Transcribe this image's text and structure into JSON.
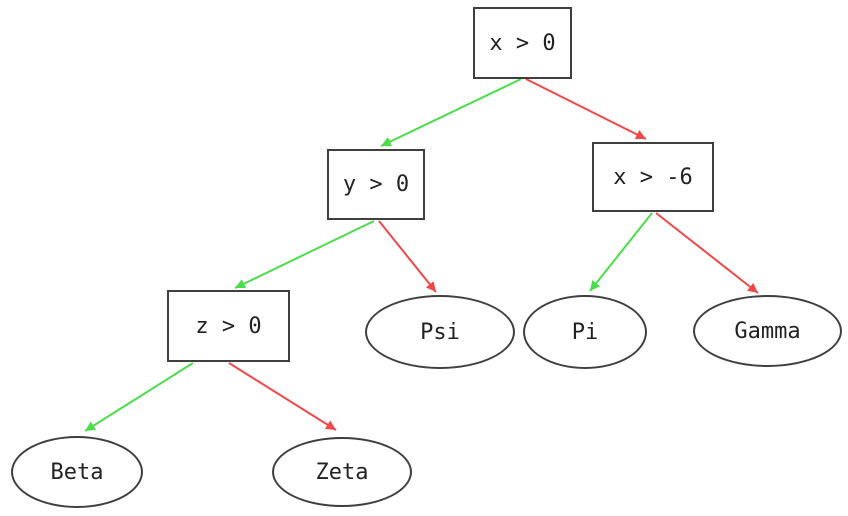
{
  "diagram": {
    "type": "decision-tree",
    "colors": {
      "true_branch": "#4ddc4d",
      "false_branch": "#f04848",
      "node_border": "#3f3f3f",
      "text": "#222222",
      "background": "#ffffff"
    },
    "nodes": {
      "root": {
        "label": "x > 0",
        "shape": "rect"
      },
      "y": {
        "label": "y > 0",
        "shape": "rect"
      },
      "xneg6": {
        "label": "x > -6",
        "shape": "rect"
      },
      "z": {
        "label": "z > 0",
        "shape": "rect"
      },
      "psi": {
        "label": "Psi",
        "shape": "ellipse"
      },
      "pi": {
        "label": "Pi",
        "shape": "ellipse"
      },
      "gamma": {
        "label": "Gamma",
        "shape": "ellipse"
      },
      "beta": {
        "label": "Beta",
        "shape": "ellipse"
      },
      "zeta": {
        "label": "Zeta",
        "shape": "ellipse"
      }
    },
    "edges": [
      {
        "from": "x > 0",
        "to": "y > 0",
        "branch": "true"
      },
      {
        "from": "x > 0",
        "to": "x > -6",
        "branch": "false"
      },
      {
        "from": "y > 0",
        "to": "z > 0",
        "branch": "true"
      },
      {
        "from": "y > 0",
        "to": "Psi",
        "branch": "false"
      },
      {
        "from": "x > -6",
        "to": "Pi",
        "branch": "true"
      },
      {
        "from": "x > -6",
        "to": "Gamma",
        "branch": "false"
      },
      {
        "from": "z > 0",
        "to": "Beta",
        "branch": "true"
      },
      {
        "from": "z > 0",
        "to": "Zeta",
        "branch": "false"
      }
    ]
  }
}
